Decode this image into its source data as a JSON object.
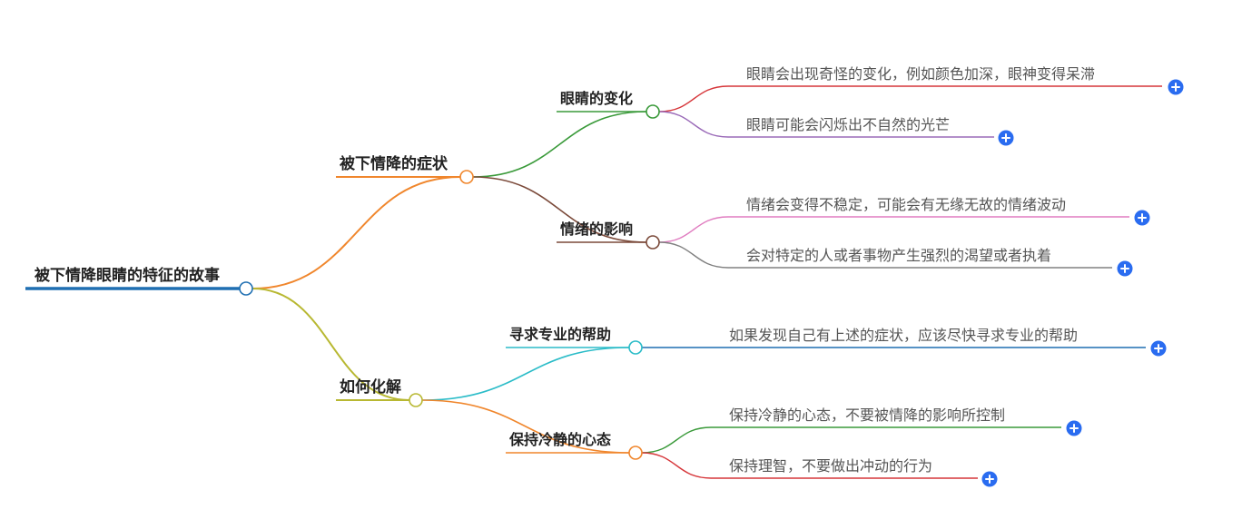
{
  "mindmap": {
    "root": {
      "label": "被下情降眼睛的特征的故事",
      "color": "#1f6fb2"
    },
    "branches": [
      {
        "label": "被下情降的症状",
        "color": "#f0862c",
        "children": [
          {
            "label": "眼睛的变化",
            "color": "#3a9a3a",
            "leaves": [
              {
                "label": "眼睛会出现奇怪的变化，例如颜色加深，眼神变得呆滞",
                "color": "#d6363a"
              },
              {
                "label": "眼睛可能会闪烁出不自然的光芒",
                "color": "#9a6ab8"
              }
            ]
          },
          {
            "label": "情绪的影响",
            "color": "#7b4a3a",
            "leaves": [
              {
                "label": "情绪会变得不稳定，可能会有无缘无故的情绪波动",
                "color": "#e07cc0"
              },
              {
                "label": "会对特定的人或者事物产生强烈的渴望或者执着",
                "color": "#808080"
              }
            ]
          }
        ]
      },
      {
        "label": "如何化解",
        "color": "#b8b832",
        "children": [
          {
            "label": "寻求专业的帮助",
            "color": "#2bbcc8",
            "leaves": [
              {
                "label": "如果发现自己有上述的症状，应该尽快寻求专业的帮助",
                "color": "#1f6fb2"
              }
            ]
          },
          {
            "label": "保持冷静的心态",
            "color": "#f0862c",
            "leaves": [
              {
                "label": "保持冷静的心态，不要被情降的影响所控制",
                "color": "#3a9a3a"
              },
              {
                "label": "保持理智，不要做出冲动的行为",
                "color": "#d6363a"
              }
            ]
          }
        ]
      }
    ],
    "expand_icon": "plus-circle-icon",
    "expand_color": "#2a6cf0"
  }
}
